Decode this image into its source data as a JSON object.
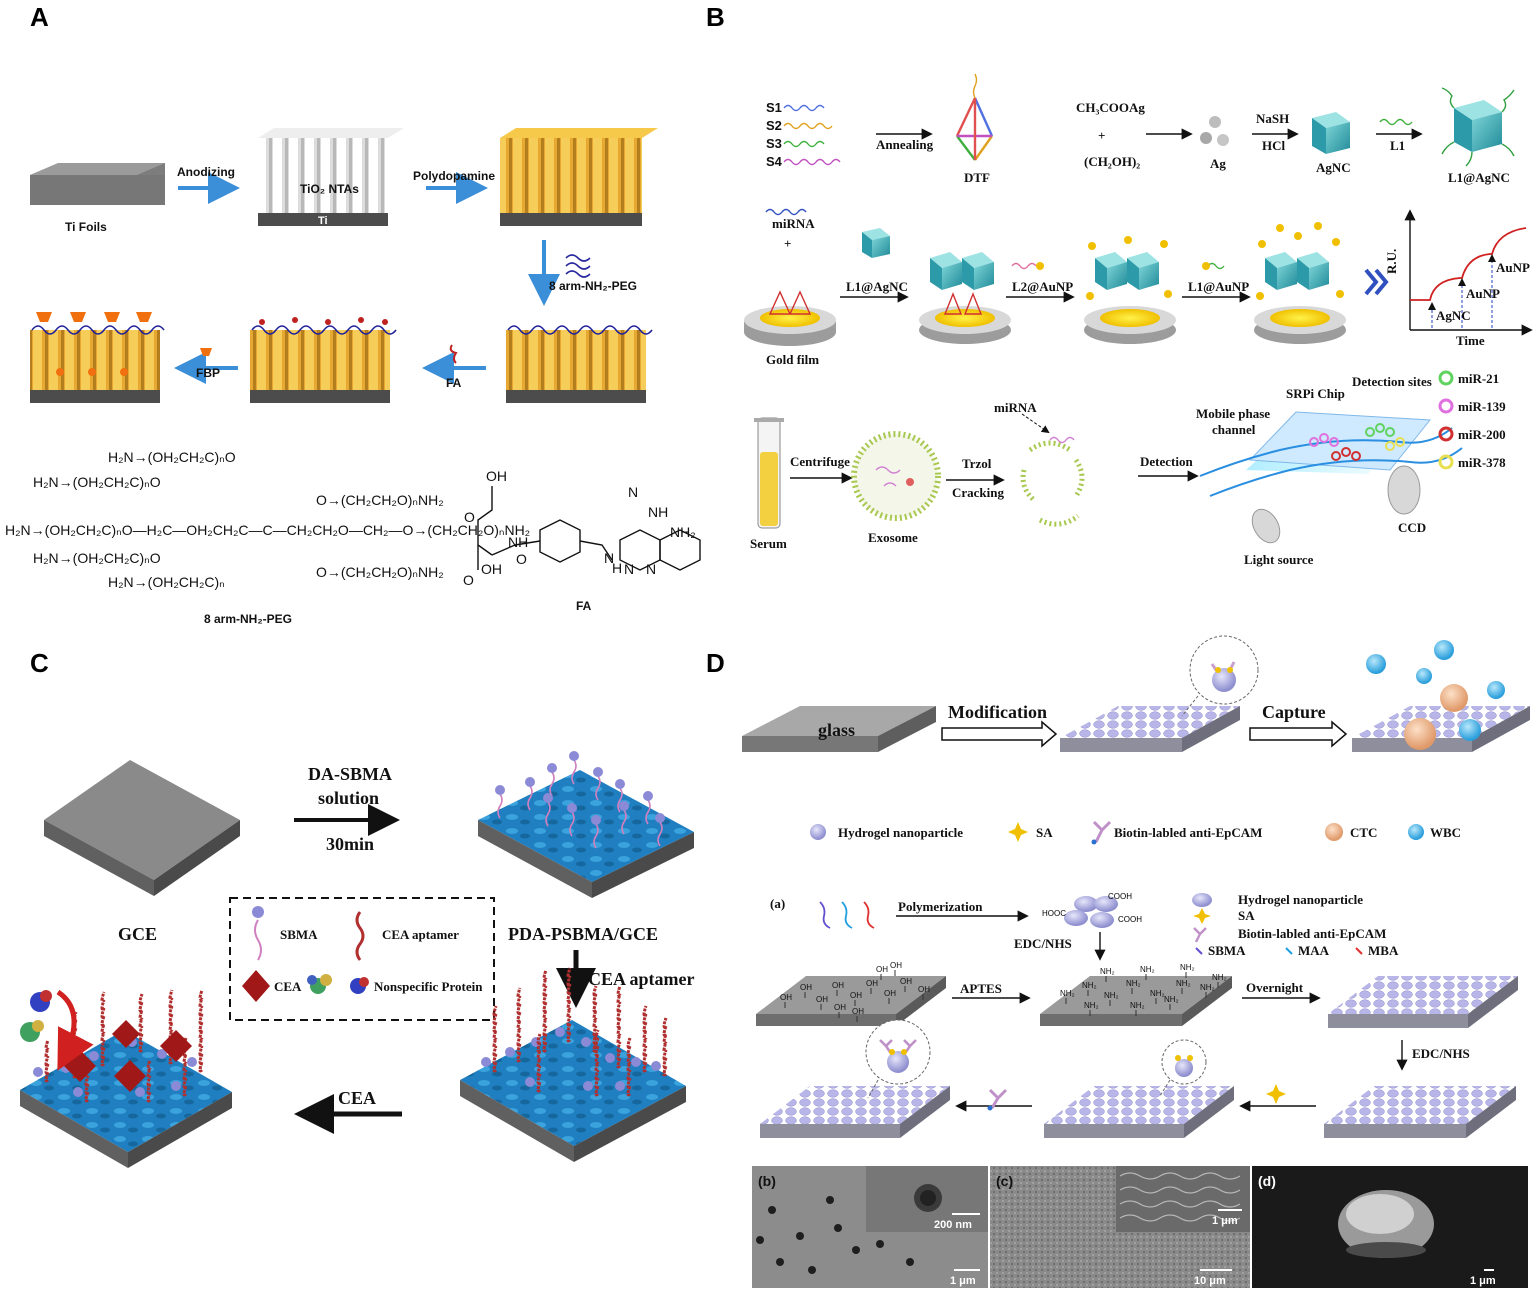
{
  "panels": {
    "A": {
      "letter": "A",
      "ti_foils": "Ti Foils",
      "anodizing": "Anodizing",
      "tio2_ntas": "TiO₂ NTAs",
      "ti": "Ti",
      "polydopamine": "Polydopamine",
      "arm_peg_step": "8 arm-NH₂-PEG",
      "fa_step": "FA",
      "fbp_step": "FBP",
      "peg_caption": "8 arm-NH₂-PEG",
      "fa_caption": "FA",
      "peg_lines": [
        "H₂N→(OH₂CH₂C)ₙO",
        "H₂N→(OH₂CH₂C)ₙO",
        "H₂N→(OH₂CH₂C)ₙO—H₂C—OH₂CH₂C—C—CH₂CH₂O—CH₂—O→(CH₂CH₂O)ₙNH₂",
        "H₂N→(OH₂CH₂C)ₙO",
        "H₂N→(OH₂CH₂C)ₙ"
      ],
      "peg_right": [
        "O→(CH₂CH₂O)ₙNH₂",
        "O→(CH₂CH₂O)ₙNH₂"
      ],
      "fa_labels": [
        "OH",
        "O",
        "O",
        "NH",
        "OH",
        "O",
        "N",
        "H",
        "NH",
        "N",
        "NH₂",
        "N",
        "N"
      ]
    },
    "B": {
      "letter": "B",
      "strands": [
        "S1",
        "S2",
        "S3",
        "S4"
      ],
      "annealing": "Annealing",
      "dtf": "DTF",
      "ch3cooag": "CH₃COOAg",
      "plus": "+",
      "ch2oh2": "(CH₂OH)₂",
      "ag": "Ag",
      "nash": "NaSH",
      "hcl": "HCl",
      "agnc": "AgNC",
      "l1": "L1",
      "l1agnc": "L1@AgNC",
      "mirna": "miRNA",
      "gold_film": "Gold film",
      "step_l1agnc": "L1@AgNC",
      "step_l2aunp": "L2@AuNP",
      "step_l1aunp": "L1@AuNP",
      "chart_ylabel": "R.U.",
      "chart_xlabel": "Time",
      "chart_steps": [
        "AgNC",
        "AuNP",
        "AuNP"
      ],
      "serum": "Serum",
      "centrifuge": "Centrifuge",
      "exosome": "Exosome",
      "trzol": "Trzol",
      "cracking": "Cracking",
      "mirna2": "miRNA",
      "detection": "Detection",
      "mobile_phase": "Mobile phase",
      "channel": "channel",
      "srpi_chip": "SRPi Chip",
      "detection_sites": "Detection sites",
      "ccd": "CCD",
      "light_source": "Light source",
      "legend": [
        {
          "label": "miR-21",
          "color": "#5fd35f"
        },
        {
          "label": "miR-139",
          "color": "#e070e0"
        },
        {
          "label": "miR-200",
          "color": "#d03030"
        },
        {
          "label": "miR-378",
          "color": "#e8e050"
        }
      ]
    },
    "C": {
      "letter": "C",
      "gce": "GCE",
      "da_sbma": "DA-SBMA",
      "solution": "solution",
      "time": "30min",
      "pda_psbma": "PDA-PSBMA/GCE",
      "cea_aptamer_step": "CEA aptamer",
      "cea_step": "CEA",
      "legend": {
        "sbma": "SBMA",
        "cea_aptamer": "CEA aptamer",
        "cea": "CEA",
        "nonspecific": "Nonspecific Protein"
      }
    },
    "D": {
      "letter": "D",
      "glass": "glass",
      "modification": "Modification",
      "capture": "Capture",
      "legend_top": {
        "hydrogel": "Hydrogel nanoparticle",
        "sa": "SA",
        "biotin": "Biotin-labled anti-EpCAM",
        "ctc": "CTC",
        "wbc": "WBC"
      },
      "sub_a": "(a)",
      "polymerization": "Polymerization",
      "hooc": "HOOC",
      "cooh": "COOH",
      "edc_nhs": "EDC/NHS",
      "aptes": "APTES",
      "overnight": "Overnight",
      "edc_nhs2": "EDC/NHS",
      "oh": "OH",
      "nh2": "NH₂",
      "legend_a": {
        "hydrogel": "Hydrogel nanoparticle",
        "sa": "SA",
        "biotin": "Biotin-labled anti-EpCAM",
        "sbma": "SBMA",
        "maa": "MAA",
        "mba": "MBA"
      },
      "sem": [
        {
          "tag": "(b)",
          "scale_main": "1 μm",
          "scale_inset": "200 nm"
        },
        {
          "tag": "(c)",
          "scale_main": "10 μm",
          "scale_inset": "1 μm"
        },
        {
          "tag": "(d)",
          "scale_main": "1 μm"
        }
      ]
    }
  }
}
